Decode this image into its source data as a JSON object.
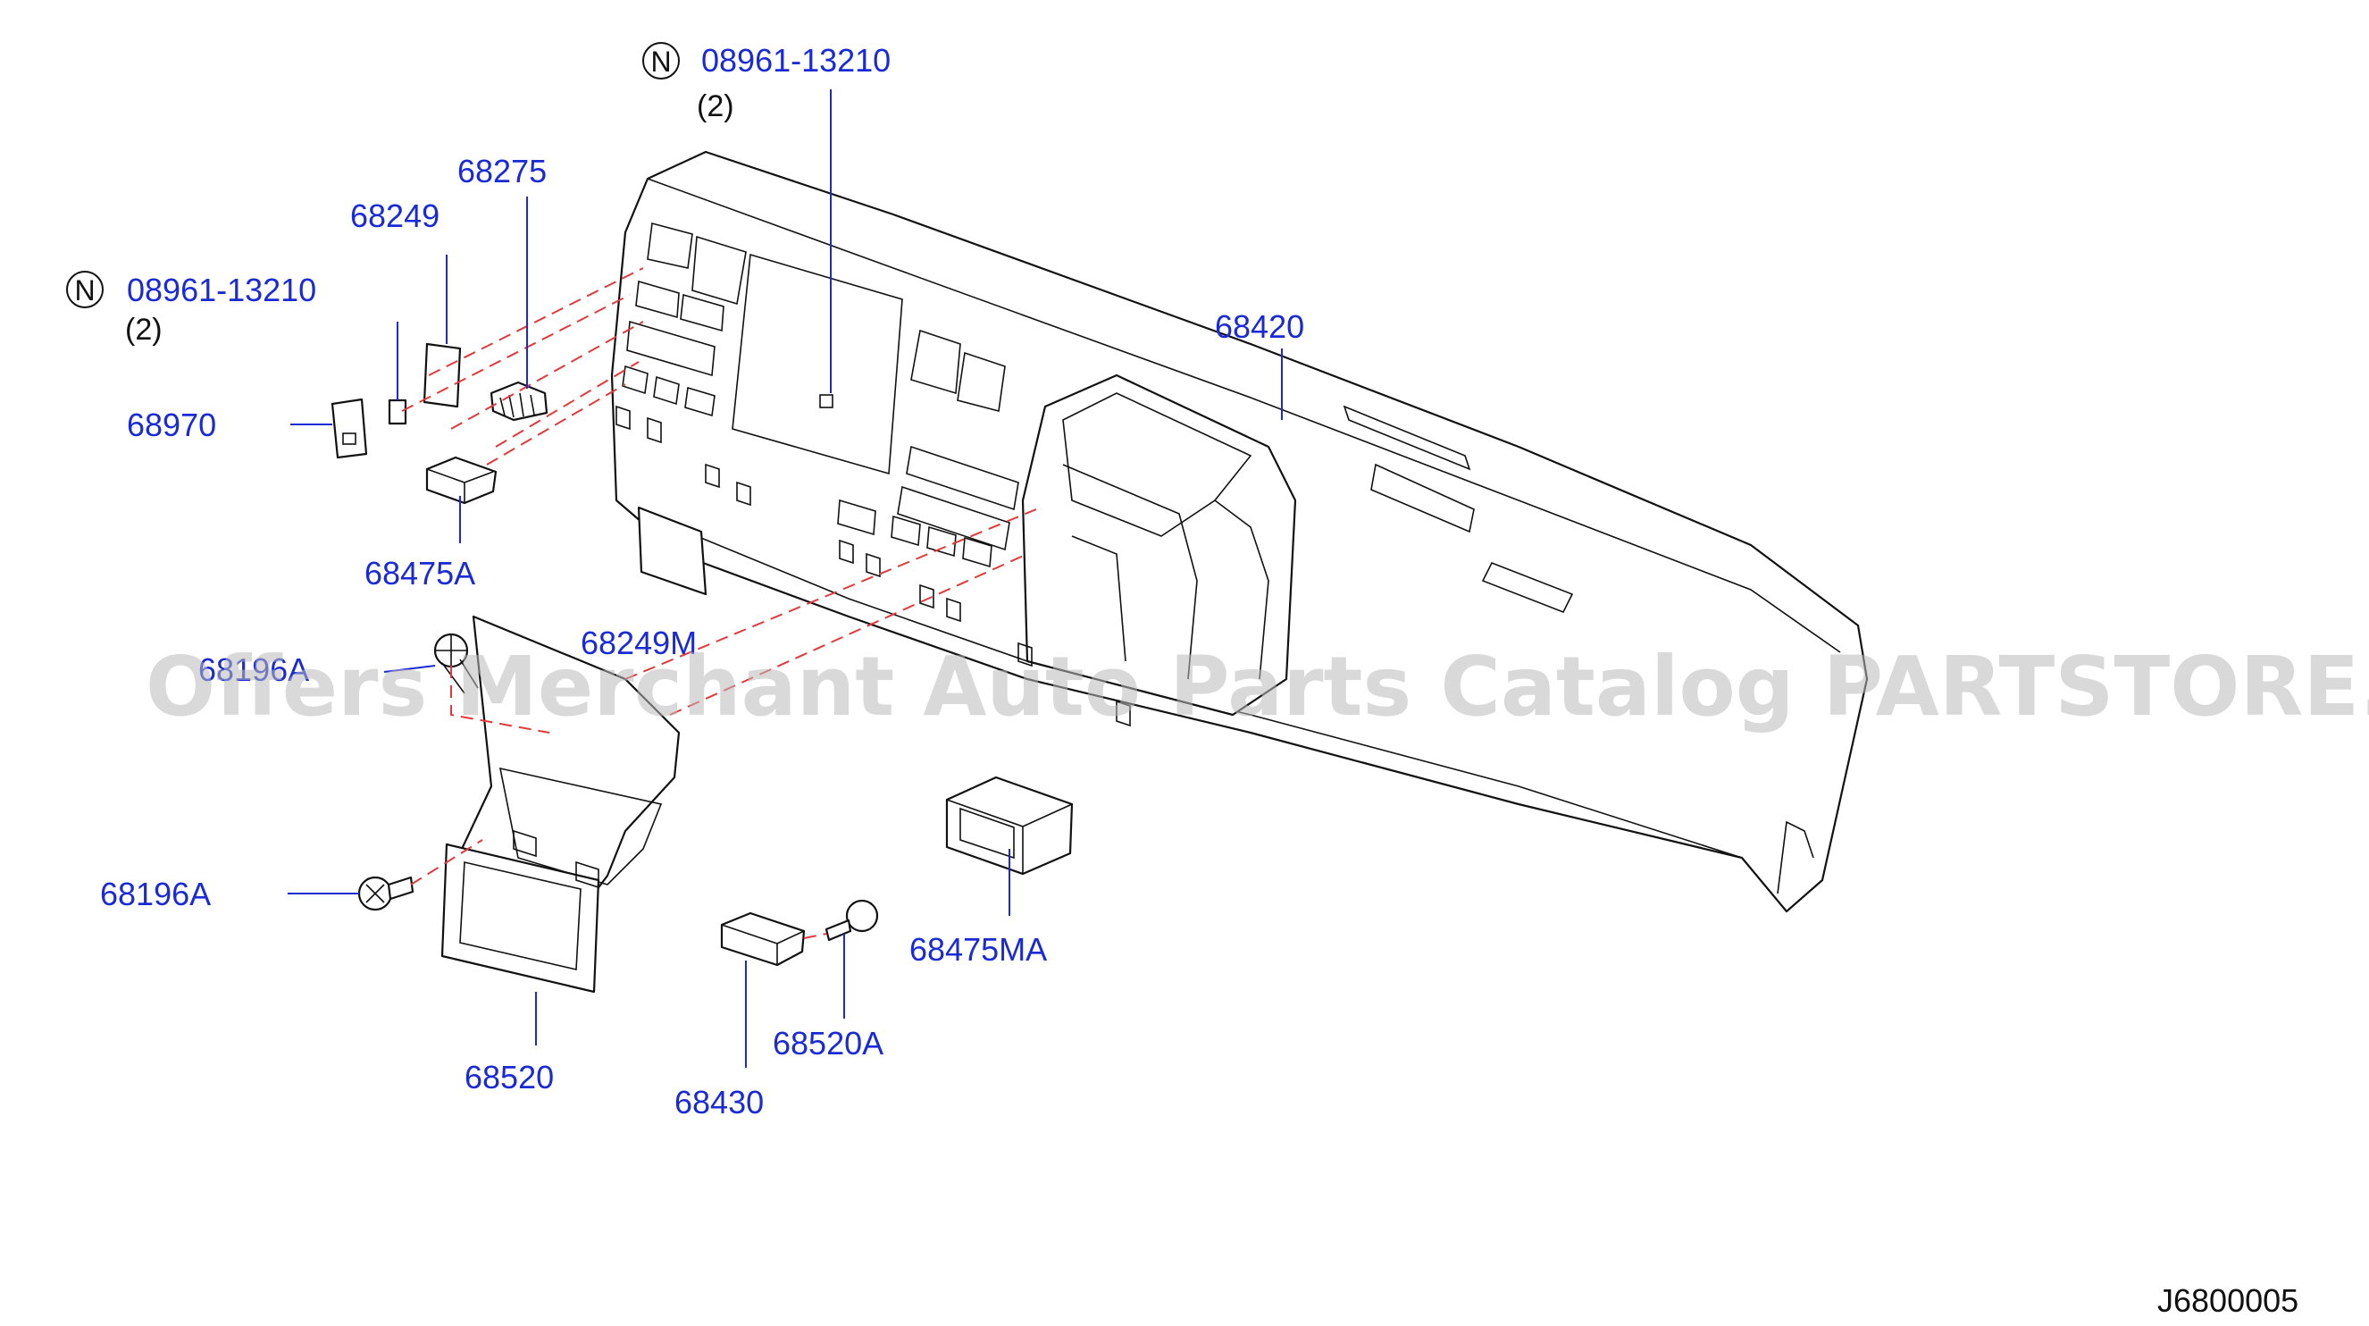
{
  "diagram": {
    "part_labels": {
      "n_top": "08961-13210",
      "n_top_qty": "(2)",
      "n_left": "08961-13210",
      "n_left_qty": "(2)",
      "p68275": "68275",
      "p68249": "68249",
      "p68970": "68970",
      "p68475A": "68475A",
      "p68249M": "68249M",
      "p68196A_top": "68196A",
      "p68196A": "68196A",
      "p68520": "68520",
      "p68430": "68430",
      "p68520A": "68520A",
      "p68475MA": "68475MA",
      "p68420": "68420"
    },
    "n_symbol": "N",
    "watermark": "Offers Merchant Auto Parts Catalog PARTSTORE.SA",
    "diagram_code": "J6800005",
    "colors": {
      "label_blue": "#1a2bd6",
      "guide_red": "#e23a3a",
      "line_black": "#111111"
    }
  }
}
